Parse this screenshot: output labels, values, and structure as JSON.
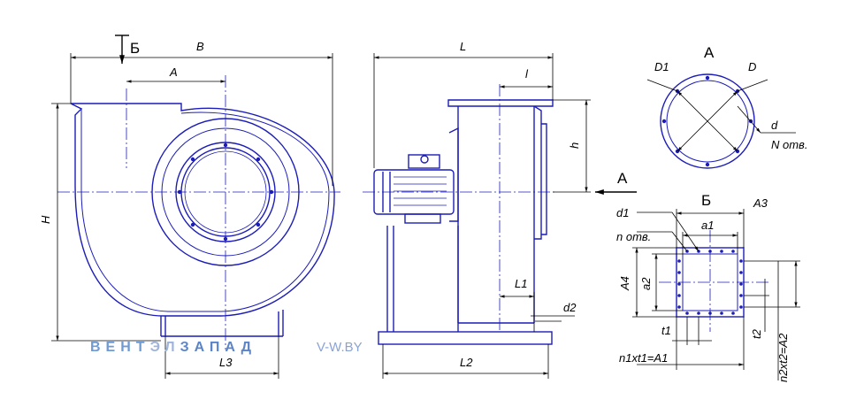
{
  "views": {
    "section_b": "Б",
    "view_a": "А",
    "arrow_a": "А",
    "view_b": "Б"
  },
  "dimensions": {
    "front": {
      "B": "B",
      "A": "A",
      "H": "H",
      "L3": "L3"
    },
    "side": {
      "L": "L",
      "l": "l",
      "h": "h",
      "L1": "L1",
      "L2": "L2",
      "d2": "d2"
    },
    "flange_round": {
      "D1": "D1",
      "D": "D",
      "d": "d",
      "N": "N отв."
    },
    "flange_rect": {
      "A3": "A3",
      "d1": "d1",
      "n": "n отв.",
      "a1": "a1",
      "A4": "A4",
      "a2": "a2",
      "t1": "t1",
      "t2": "t2",
      "n1t1": "n1xt1=A1",
      "n2t2": "n2xt2=A2"
    }
  },
  "watermark": {
    "brand_part1": "ВЕНТ",
    "brand_part2": "ЭЛ",
    "brand_part3": "ЗАПАД",
    "url": "V-W.BY",
    "color_1": "#6f9bd4",
    "color_2": "#9fb4da",
    "color_3": "#5c84c6"
  },
  "colors": {
    "outline": "#1c1cb8",
    "dimension": "#000000"
  }
}
